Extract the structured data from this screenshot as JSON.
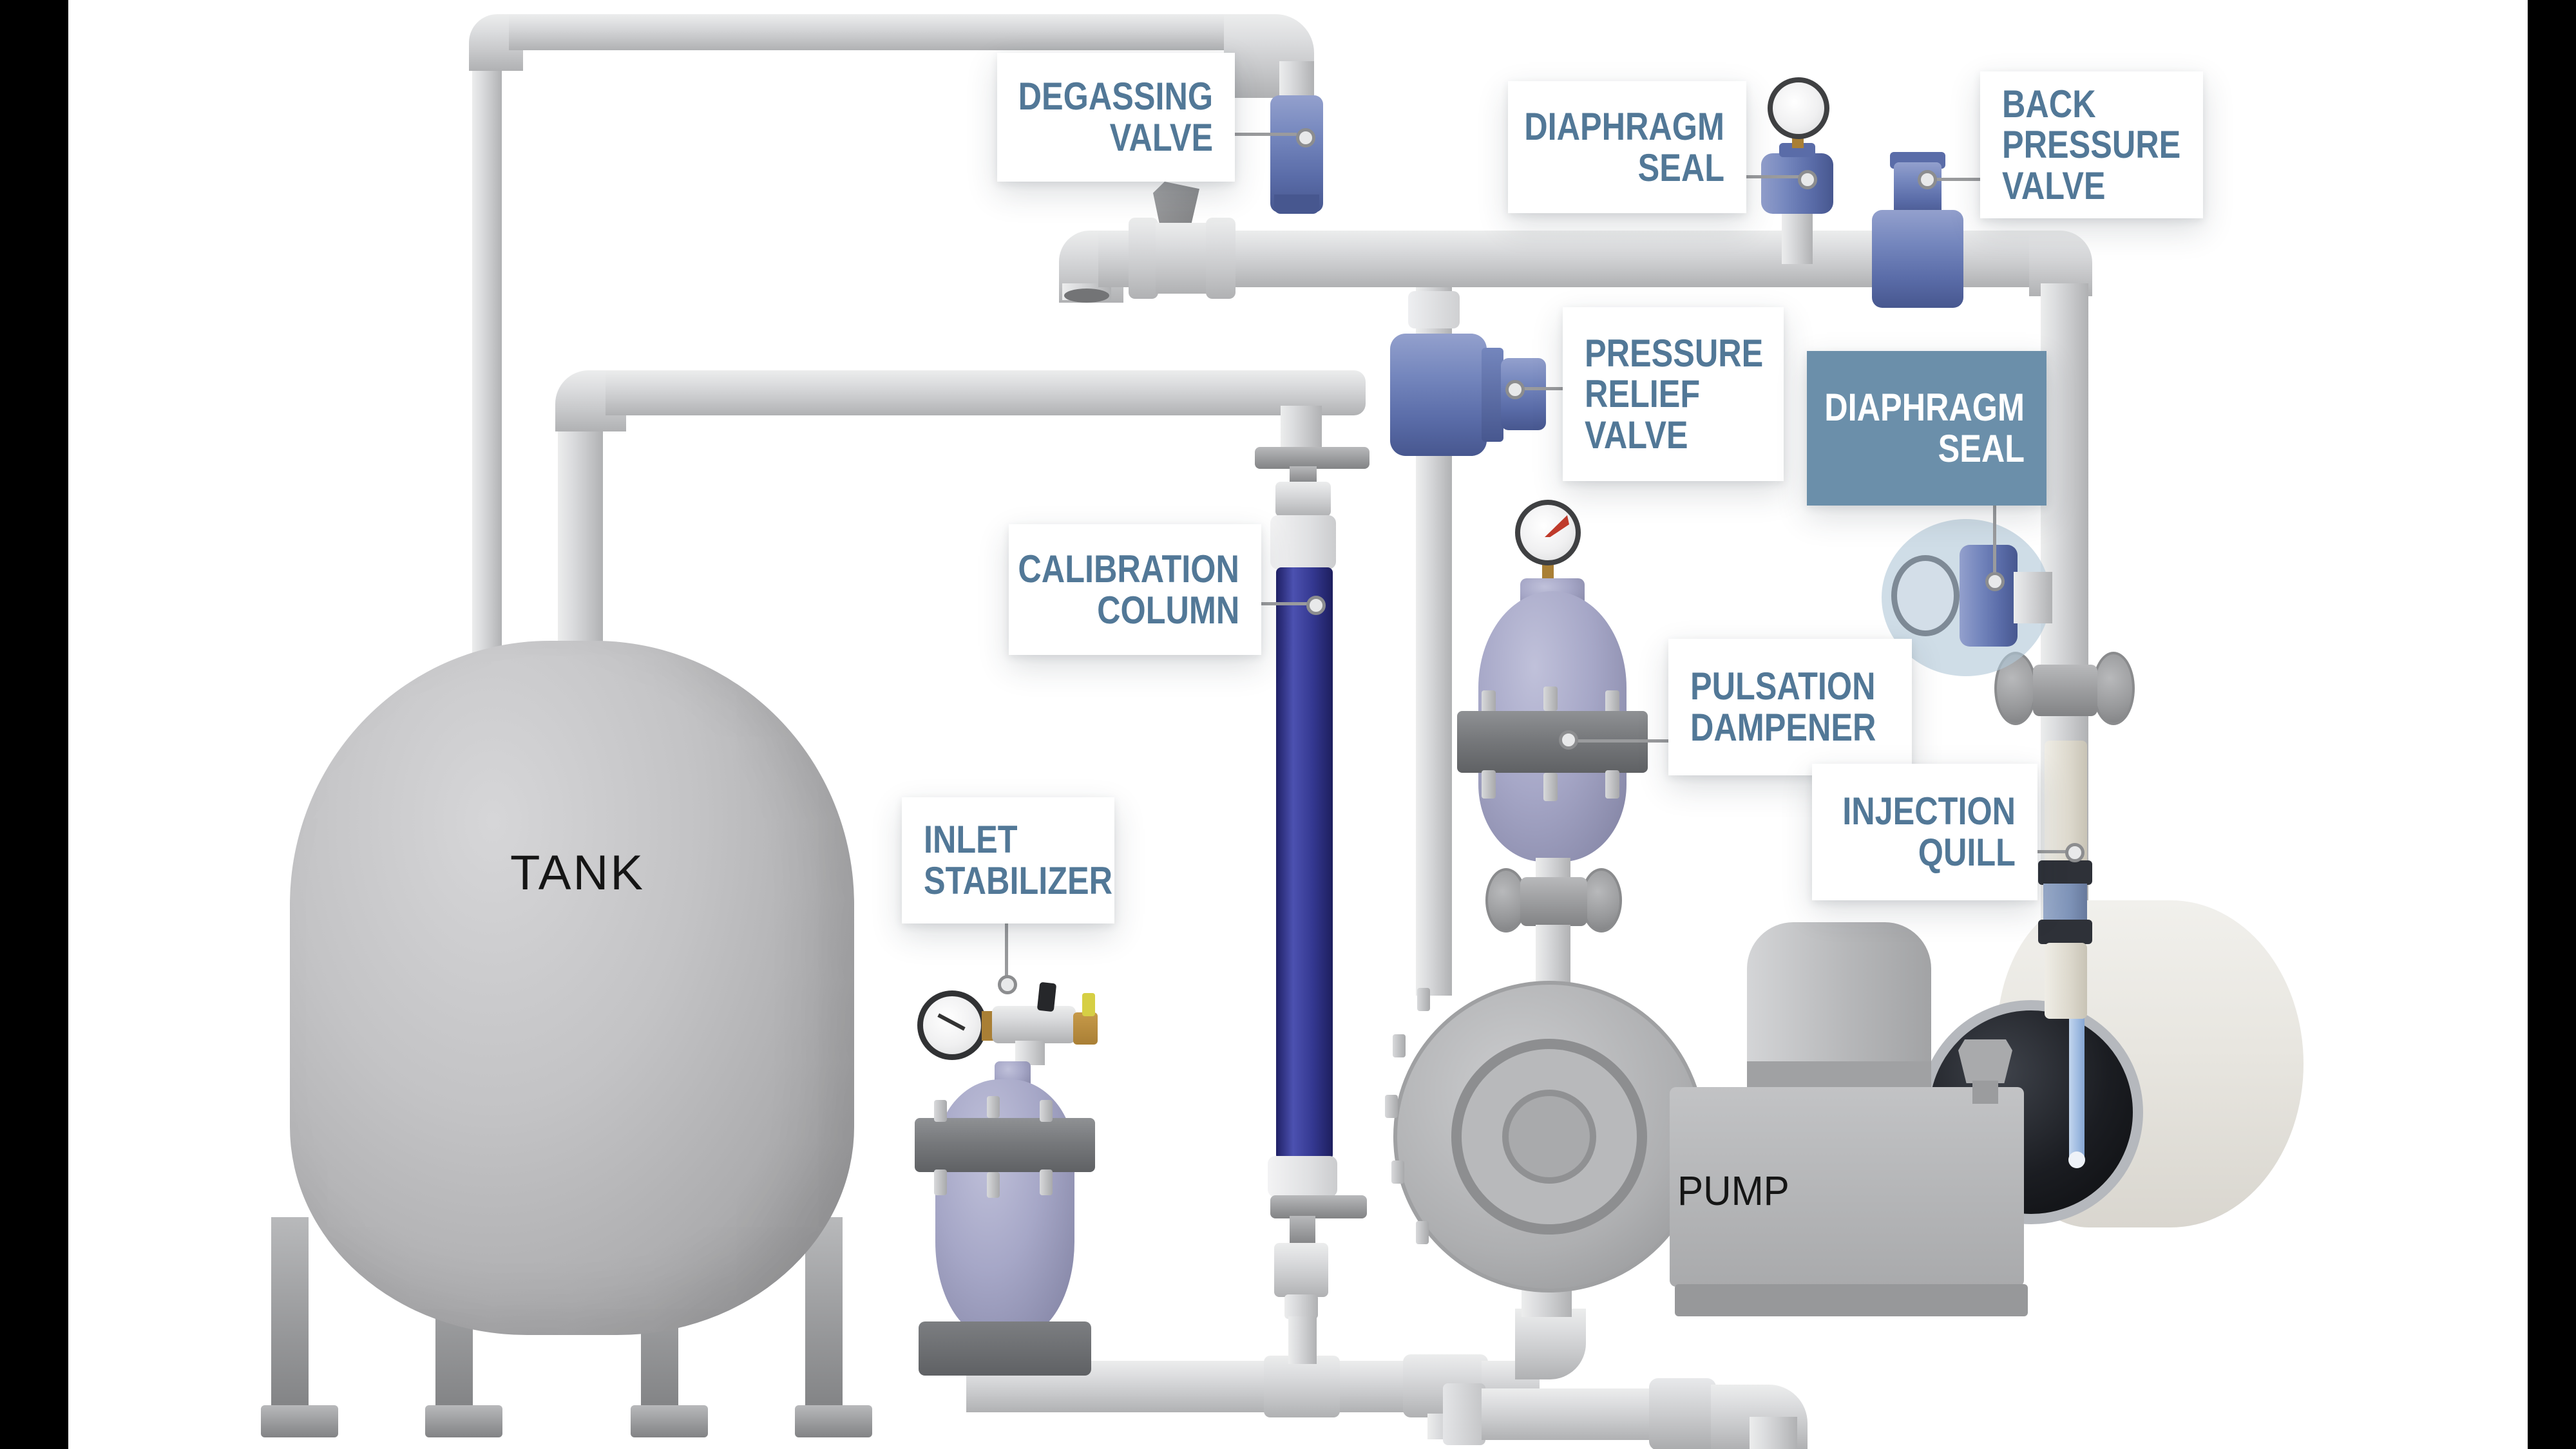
{
  "labels": {
    "degassing_valve": {
      "line1": "DEGASSING",
      "line2": "VALVE"
    },
    "diaphragm_seal_top": {
      "line1": "DIAPHRAGM",
      "line2": "SEAL"
    },
    "back_pressure_valve": {
      "line1": "BACK",
      "line2": "PRESSURE",
      "line3": "VALVE"
    },
    "pressure_relief_valve": {
      "line1": "PRESSURE",
      "line2": "RELIEF",
      "line3": "VALVE"
    },
    "diaphragm_seal_highlighted": {
      "line1": "DIAPHRAGM",
      "line2": "SEAL"
    },
    "calibration_column": {
      "line1": "CALIBRATION",
      "line2": "COLUMN"
    },
    "pulsation_dampener": {
      "line1": "PULSATION",
      "line2": "DAMPENER"
    },
    "injection_quill": {
      "line1": "INJECTION",
      "line2": "QUILL"
    },
    "inlet_stabilizer": {
      "line1": "INLET",
      "line2": "STABILIZER"
    },
    "tank": {
      "text": "TANK"
    },
    "pump": {
      "text": "PUMP"
    }
  },
  "colors": {
    "label_text": "#527897",
    "label_bg": "#ffffff",
    "highlight_label_bg": "#6b8faa",
    "highlight_label_text": "#ffffff",
    "highlight_ellipse": "#b2c8d8",
    "component_blue": "#6a7cb4",
    "component_blue_dark": "#47578f",
    "dampener_lavender": "#a2a3c5",
    "calibration_indigo": "#34388f",
    "pipe_gray": "#d2d3d5",
    "metal_dark": "#6f7174",
    "tank_gray": "#b4b4b6",
    "pump_gray": "#adaeb0",
    "big_pipe_cream": "#eae8e2",
    "pipe_interior_dark": "#16181c",
    "gauge_needle_red": "#bf3a2b",
    "brass": "#a97f35",
    "leader": "#9a9b9d",
    "edge_black": "#000000"
  }
}
